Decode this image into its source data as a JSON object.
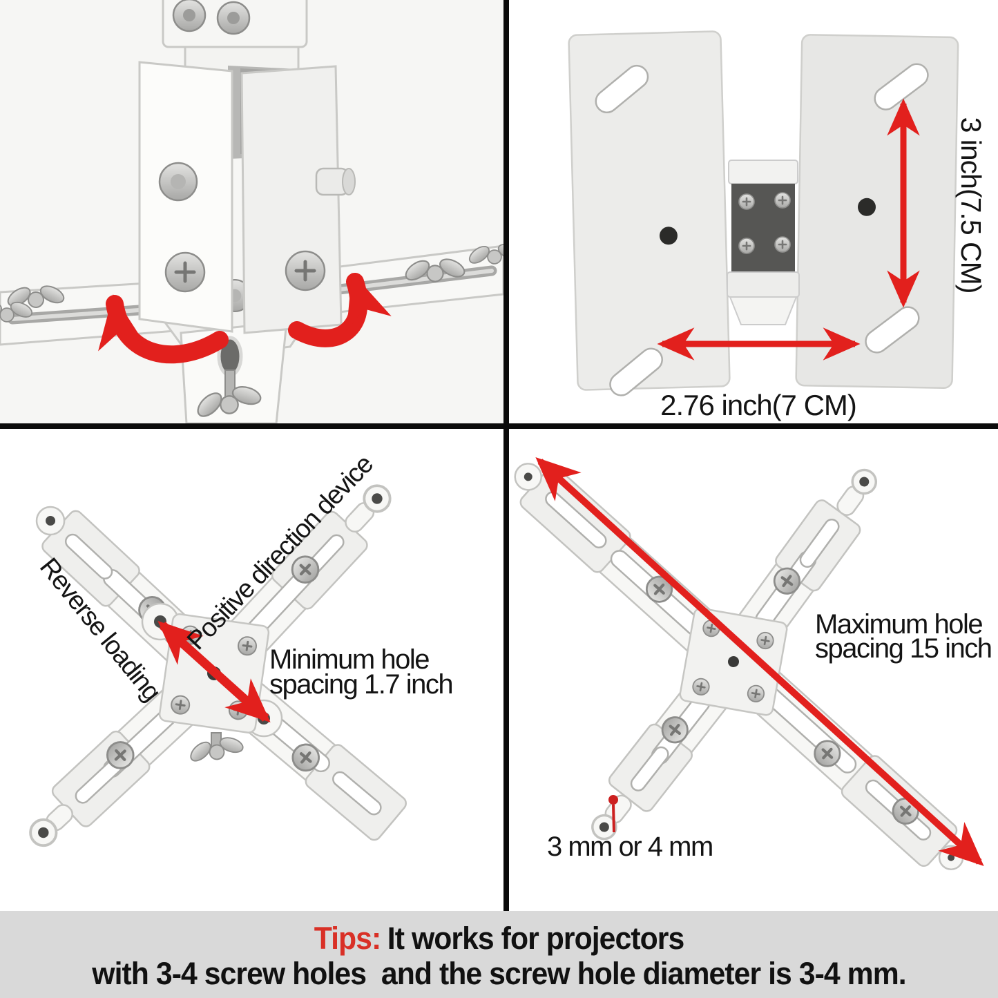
{
  "colors": {
    "accent_red": "#e2201d",
    "tips_red": "#d93026",
    "divider": "#0b0b0b",
    "band_bg": "#d9d9d9",
    "text": "#141414"
  },
  "quadrants": {
    "top_left": {
      "name": "swivel mount head close-up with rotation arrows"
    },
    "top_right": {
      "height_label": "3 inch(7.5 CM)",
      "width_label": "2.76 inch(7 CM)"
    },
    "bottom_left": {
      "reverse_label": "Reverse loading",
      "positive_label": "Positive direction device",
      "min_line1": "Minimum hole",
      "min_line2": "spacing 1.7 inch"
    },
    "bottom_right": {
      "max_line1": "Maximum hole",
      "max_line2": "spacing 15 inch",
      "hole_label": "3 mm or 4 mm"
    }
  },
  "tips": {
    "prefix": "Tips:",
    "line1": "It works for projectors",
    "line2": "with 3-4 screw holes  and the screw hole diameter is 3-4 mm."
  }
}
